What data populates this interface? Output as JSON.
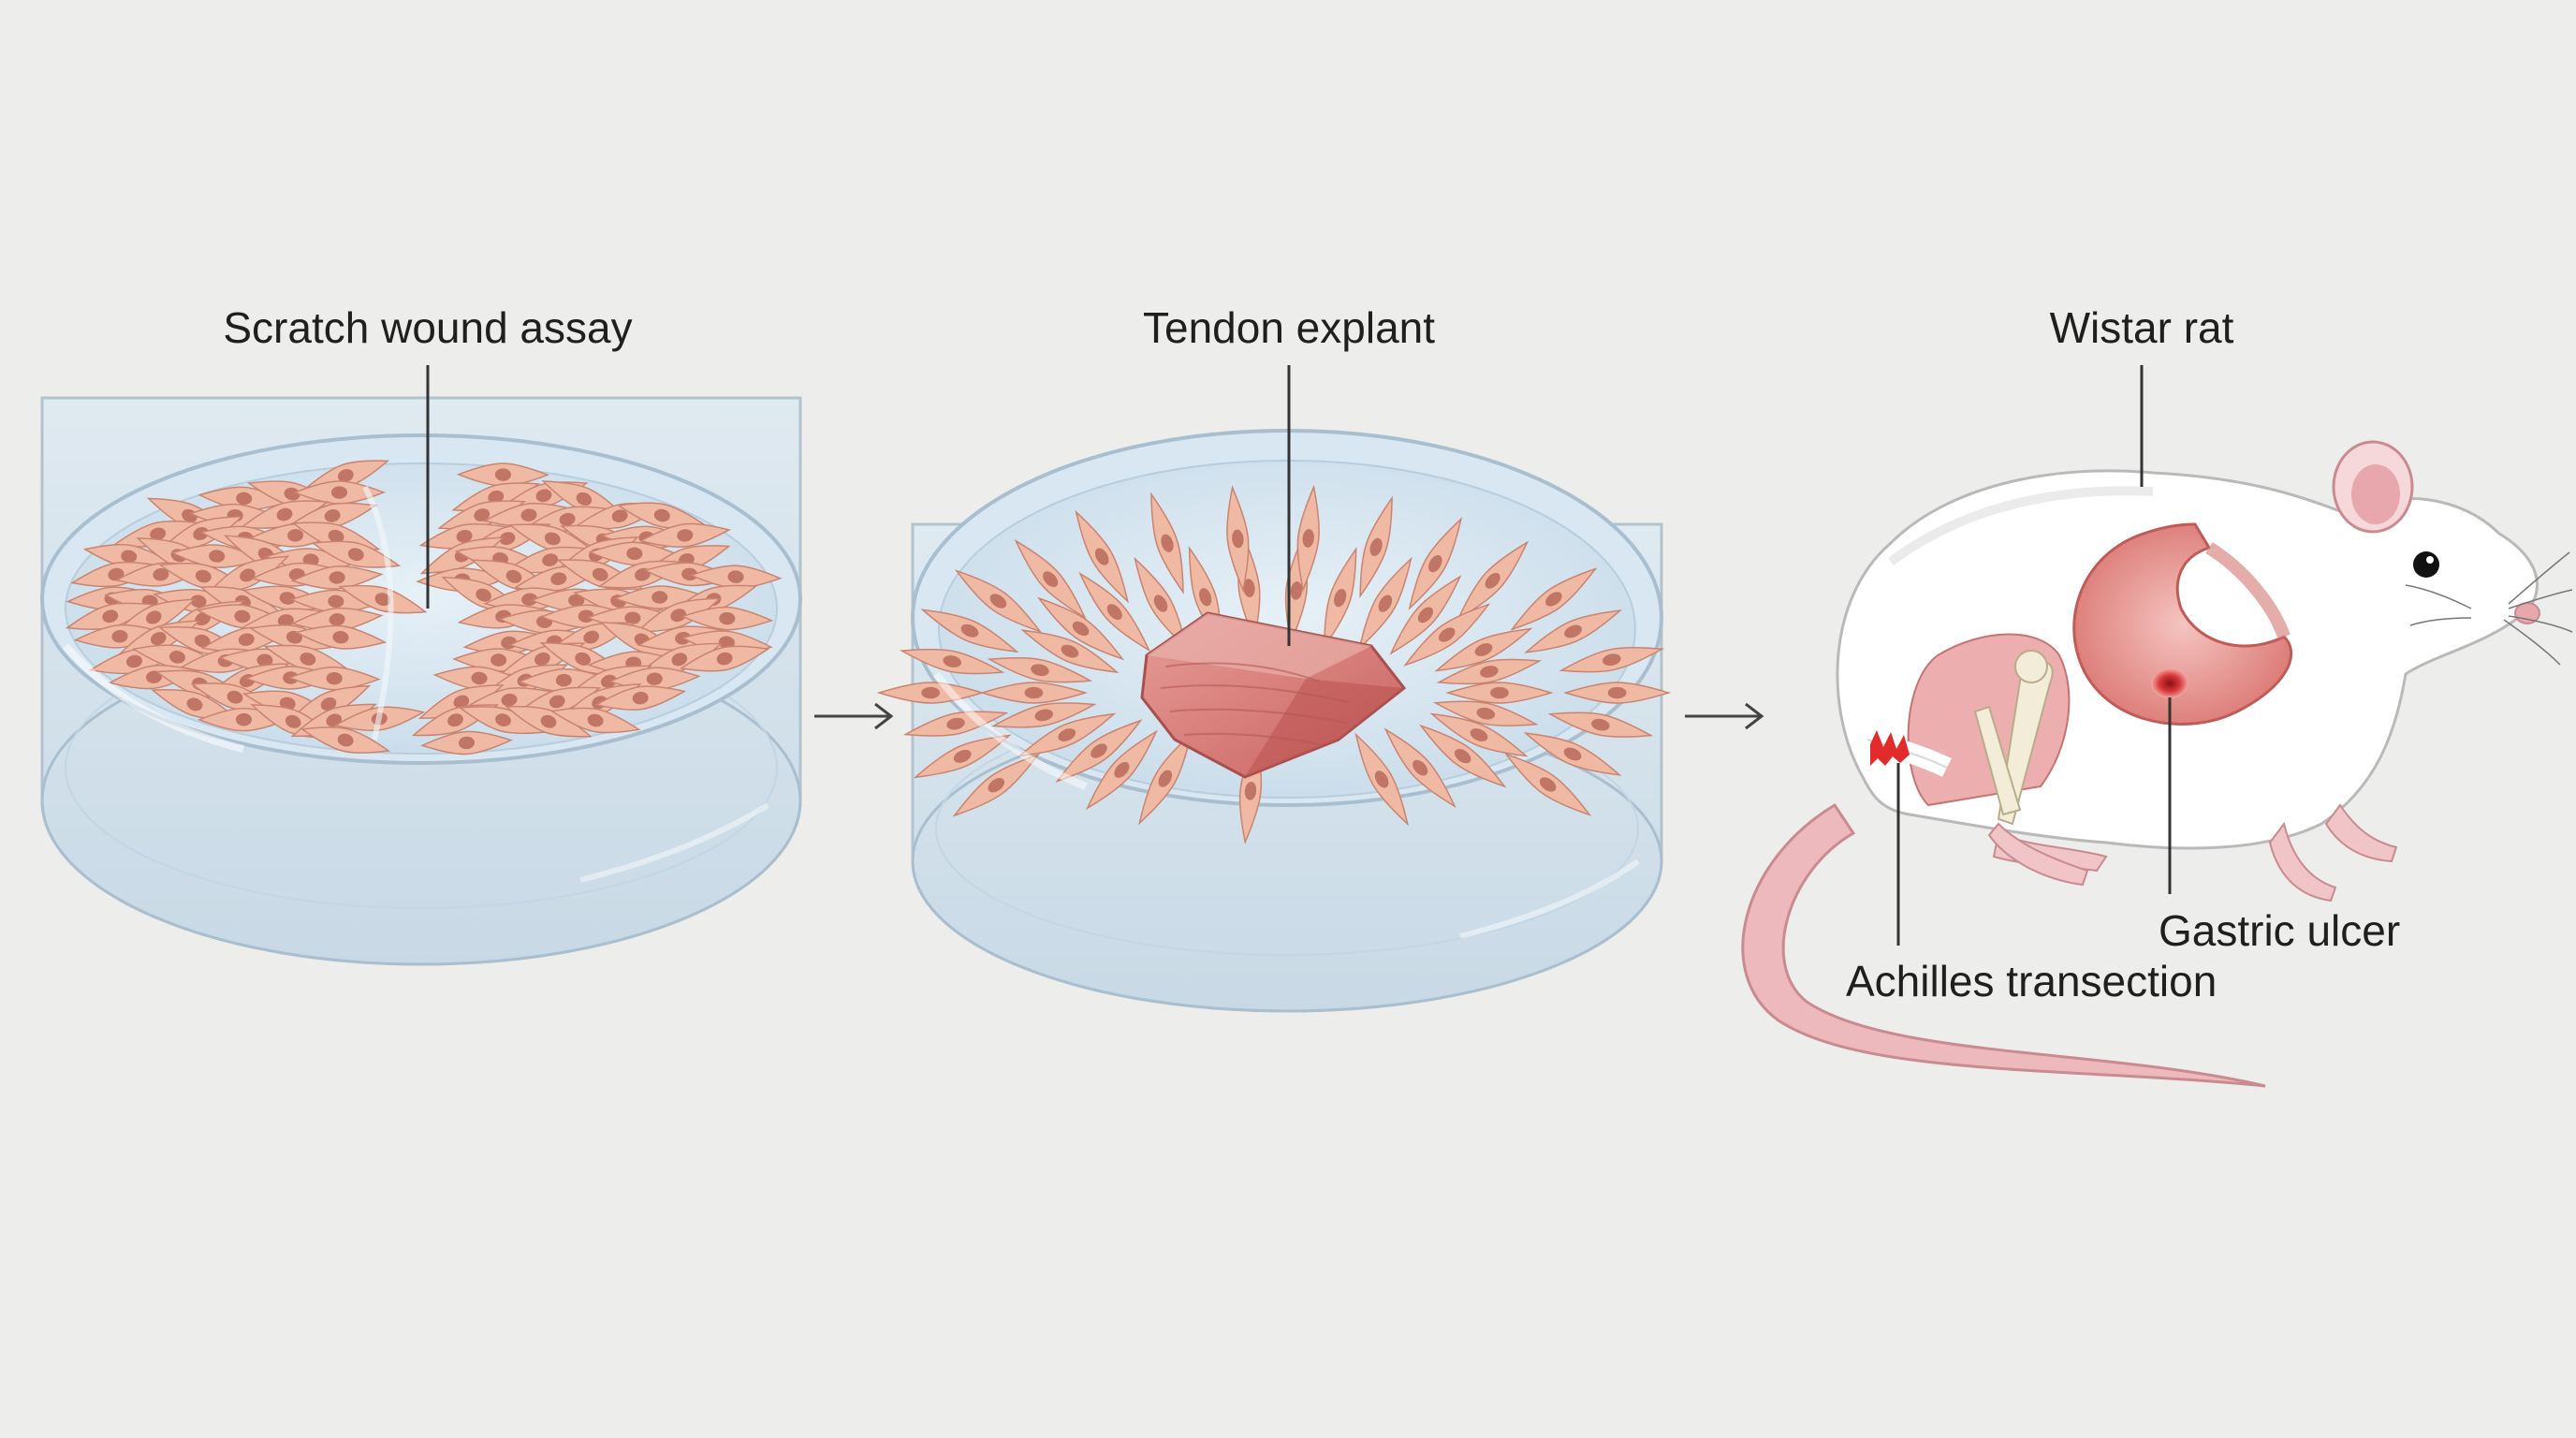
{
  "panels": {
    "scratch": {
      "label": "Scratch wound assay"
    },
    "explant": {
      "label": "Tendon explant"
    },
    "rat": {
      "label": "Wistar rat",
      "gastric_label": "Gastric ulcer",
      "achilles_label": "Achilles transection"
    }
  },
  "colors": {
    "background": "#ededeb",
    "cell_fill": "#f0b9a4",
    "cell_stroke": "#c98470",
    "nucleus": "#c17564",
    "medium": "#cfe2ee",
    "dish_rim": "#a9bfd0",
    "tissue": "#d77d7b",
    "rat_body": "#ffffff",
    "rat_pink": "#e8a6ad",
    "injury_red": "#e32b2b"
  }
}
